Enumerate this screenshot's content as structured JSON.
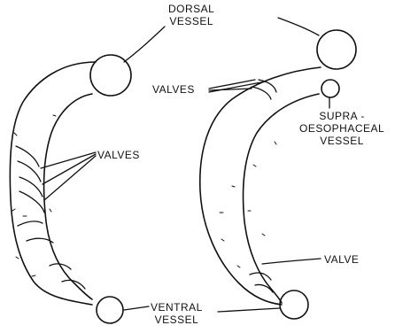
{
  "labels": {
    "dorsal_vessel": [
      "DORSAL",
      "VESSEL"
    ],
    "valves_right": "VALVES",
    "valves_left": "VALVES",
    "supra": [
      "SUPRA -",
      "OESOPHACEAL",
      "VESSEL"
    ],
    "valve": "VALVE",
    "ventral_vessel": [
      "VENTRAL",
      "VESSEL"
    ]
  },
  "colors": {
    "ink": "#111111",
    "background": "#ffffff"
  }
}
